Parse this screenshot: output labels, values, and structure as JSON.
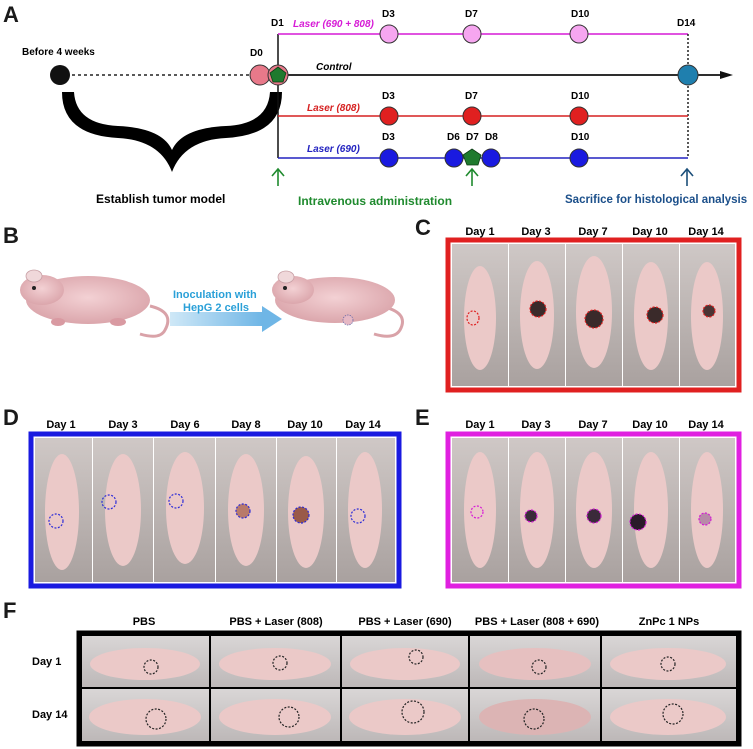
{
  "panels": {
    "A": "A",
    "B": "B",
    "C": "C",
    "D": "D",
    "E": "E",
    "F": "F"
  },
  "timeline": {
    "before_label": "Before 4 weeks",
    "d0_label": "D0",
    "establish_label": "Establish tumor model",
    "iv_label": "Intravenous administration",
    "sacrifice_label": "Sacrifice for histological analysis",
    "rows": [
      {
        "name": "Laser (690 + 808)",
        "color": "#d61ad6",
        "day_labels": [
          "D1",
          "D3",
          "D7",
          "D10",
          "D14"
        ]
      },
      {
        "name": "Control",
        "color": "#111111",
        "day_labels": []
      },
      {
        "name": "Laser (808)",
        "color": "#d62020",
        "day_labels": [
          "D3",
          "D7",
          "D10"
        ]
      },
      {
        "name": "Laser (690)",
        "color": "#2222c0",
        "day_labels": [
          "D3",
          "D6",
          "D7",
          "D8",
          "D10"
        ]
      }
    ]
  },
  "panel_b": {
    "arrow_text_line1": "Inoculation with",
    "arrow_text_line2": "HepG 2 cells"
  },
  "panel_c": {
    "border_color": "#e02020",
    "days": [
      "Day 1",
      "Day 3",
      "Day 7",
      "Day 10",
      "Day 14"
    ]
  },
  "panel_d": {
    "border_color": "#1a1ae0",
    "days": [
      "Day 1",
      "Day 3",
      "Day 6",
      "Day 8",
      "Day 10",
      "Day 14"
    ]
  },
  "panel_e": {
    "border_color": "#e020e0",
    "days": [
      "Day 1",
      "Day 3",
      "Day 7",
      "Day 10",
      "Day 14"
    ]
  },
  "panel_f": {
    "border_color": "#000000",
    "columns": [
      "PBS",
      "PBS + Laser (808)",
      "PBS + Laser (690)",
      "PBS + Laser (808 + 690)",
      "ZnPc 1 NPs"
    ],
    "rows": [
      "Day 1",
      "Day 14"
    ]
  }
}
